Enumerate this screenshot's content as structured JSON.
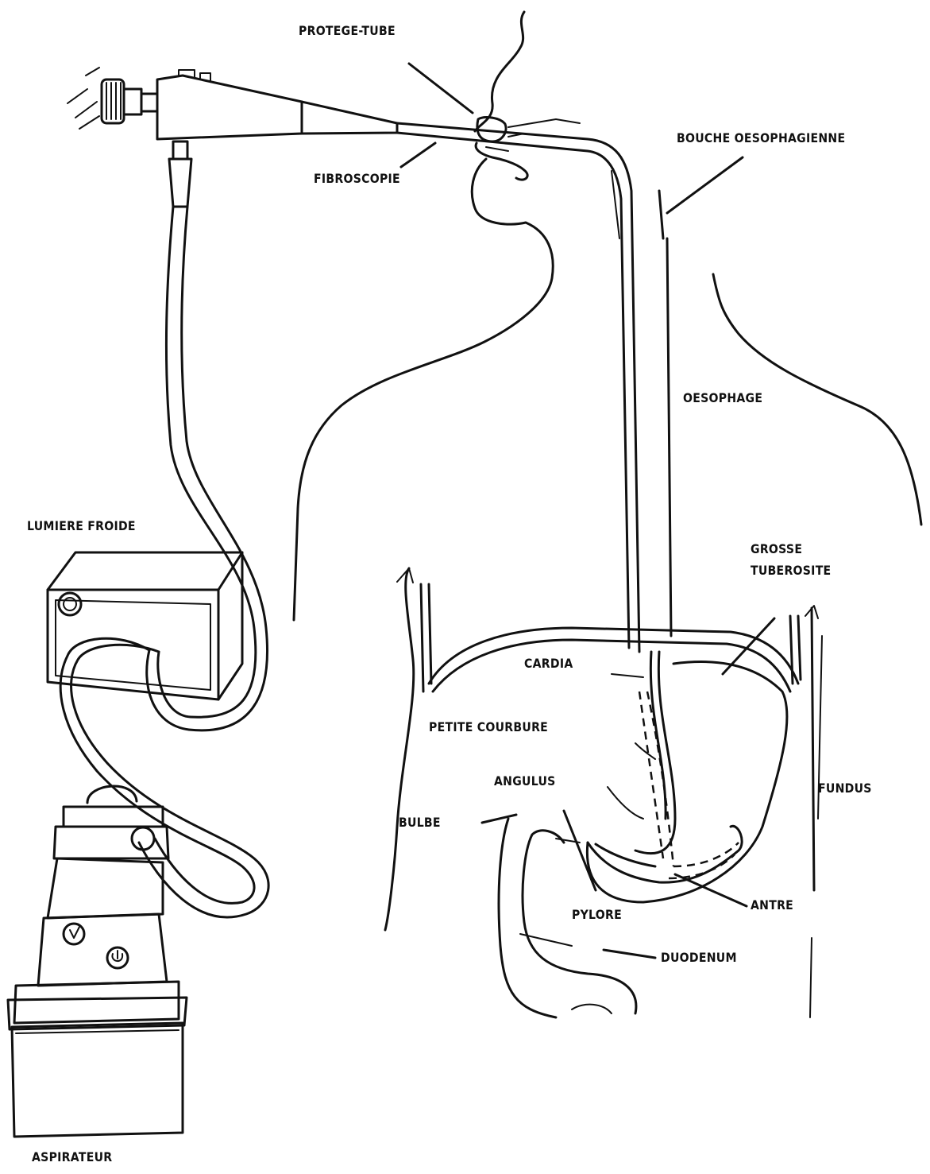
{
  "labels": {
    "protege_tube": "PROTEGE-TUBE",
    "fibroscopie": "FIBROSCOPIE",
    "bouche_oesophagienne": "BOUCHE OESOPHAGIENNE",
    "oesophage": "OESOPHAGE",
    "lumiere_froide": "LUMIERE FROIDE",
    "grosse": "GROSSE",
    "tuberosite": "TUBEROSITE",
    "cardia": "CARDIA",
    "petite_courbure": "PETITE COURBURE",
    "angulus": "ANGULUS",
    "fundus": "FUNDUS",
    "bulbe": "BULBE",
    "pylore": "PYLORE",
    "antre": "ANTRE",
    "duodenum": "DUODENUM",
    "aspirateur": "ASPIRATEUR"
  },
  "colors": {
    "ink": "#111111",
    "paper": "#ffffff"
  }
}
